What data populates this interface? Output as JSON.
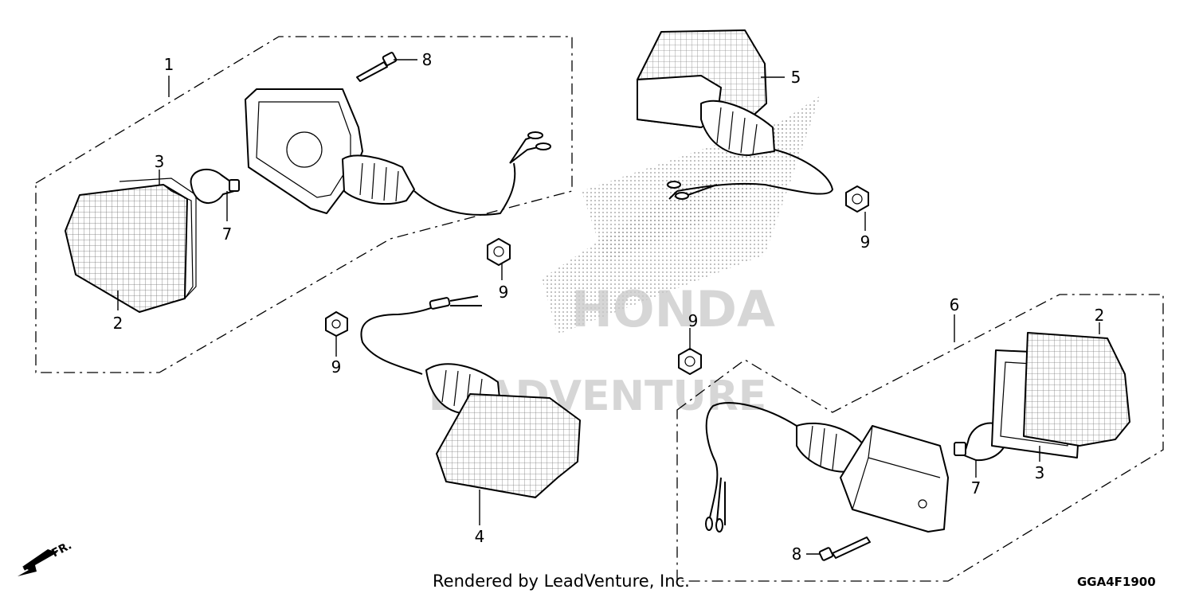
{
  "watermark": {
    "brand": "HONDA",
    "vendor": "LEADVENTURE"
  },
  "callouts": {
    "c1": "1",
    "c2a": "2",
    "c2b": "2",
    "c3a": "3",
    "c3b": "3",
    "c4": "4",
    "c5": "5",
    "c6": "6",
    "c7a": "7",
    "c7b": "7",
    "c8a": "8",
    "c8b": "8",
    "c9a": "9",
    "c9b": "9",
    "c9c": "9",
    "c9d": "9"
  },
  "orientation": {
    "label": "FR."
  },
  "footer": {
    "credit": "Rendered by LeadVenture, Inc.",
    "diagram_code": "GGA4F1900"
  },
  "colors": {
    "ink": "#000000",
    "watermark": "#c9c9c9"
  }
}
